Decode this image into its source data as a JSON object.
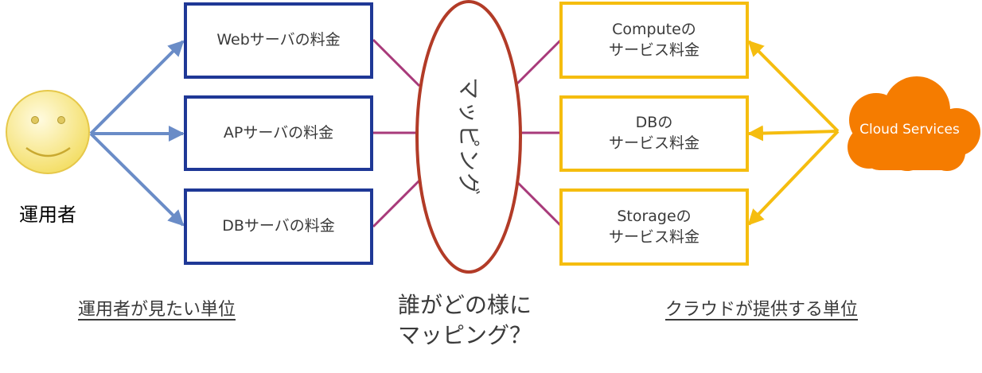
{
  "actor": {
    "label": "運用者"
  },
  "left_boxes": [
    {
      "label": "Webサーバの料金"
    },
    {
      "label": "APサーバの料金"
    },
    {
      "label": "DBサーバの料金"
    }
  ],
  "center": {
    "label": "マッピング"
  },
  "right_boxes": [
    {
      "label": "Computeの\nサービス料金"
    },
    {
      "label": "DBの\nサービス料金"
    },
    {
      "label": "Storageの\nサービス料金"
    }
  ],
  "cloud": {
    "label": "Cloud Services"
  },
  "captions": {
    "left": "運用者が見たい単位",
    "center": "誰がどの様に\nマッピング？",
    "right": "クラウドが提供する単位"
  },
  "colors": {
    "left_box_border": "#1f3896",
    "right_box_border": "#f5bd0f",
    "ellipse_stroke": "#b23b27",
    "arrow_blue": "#6a8cc7",
    "connector_magenta": "#a83a7a",
    "arrow_yellow": "#f5bd0f",
    "cloud_fill": "#f57c00",
    "smiley_fill": "#fdf0a0"
  },
  "icons": {
    "actor": "smiley-face-icon",
    "cloud": "cloud-icon"
  }
}
